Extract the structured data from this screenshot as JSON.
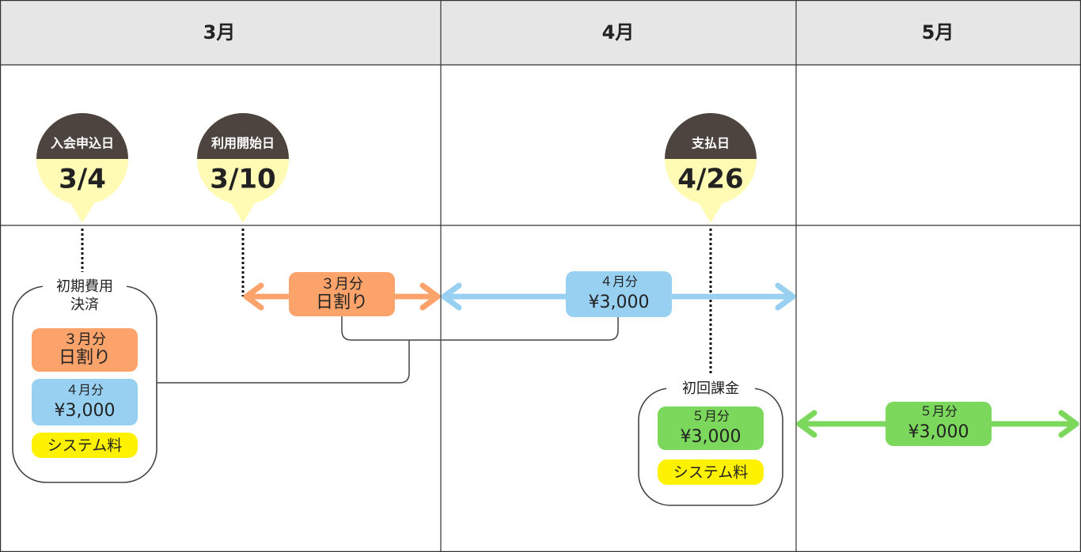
{
  "header": {
    "months": [
      "3月",
      "4月",
      "5月"
    ]
  },
  "markers": [
    {
      "label": "入会申込日",
      "date": "3/4"
    },
    {
      "label": "利用開始日",
      "date": "3/10"
    },
    {
      "label": "支払日",
      "date": "4/26"
    }
  ],
  "group_initial": {
    "title_line1": "初期費用",
    "title_line2": "決済",
    "items": [
      {
        "line1": "３月分",
        "line2": "日割り"
      },
      {
        "line1": "４月分",
        "line2": "¥3,000"
      },
      {
        "line1": "システム料"
      }
    ]
  },
  "group_first": {
    "title": "初回課金",
    "items": [
      {
        "line1": "５月分",
        "line2": "¥3,000"
      },
      {
        "line1": "システム料"
      }
    ]
  },
  "periods": [
    {
      "line1": "３月分",
      "line2": "日割り"
    },
    {
      "line1": "４月分",
      "line2": "¥3,000"
    },
    {
      "line1": "５月分",
      "line2": "¥3,000"
    }
  ],
  "colors": {
    "header_bg": "#e6e6e6",
    "marker_dark": "#4d4440",
    "marker_light": "#fffbb4",
    "march_orange": "#fba36b",
    "april_blue": "#98d0f2",
    "may_green": "#7cd85c",
    "system_yellow": "#fff200",
    "grid_line": "#333333"
  }
}
